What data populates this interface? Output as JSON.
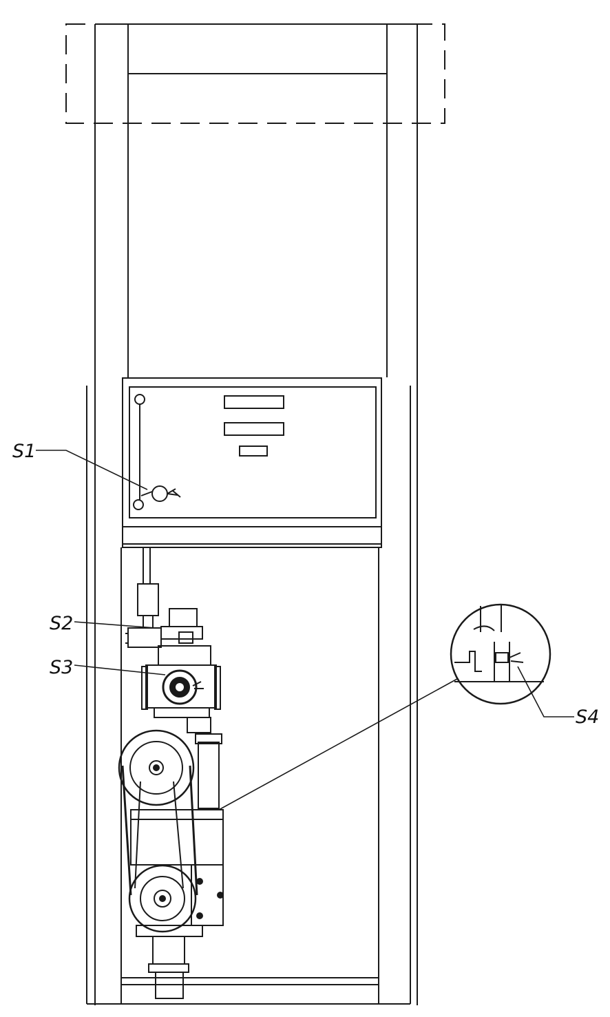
{
  "labels": {
    "s1": "S1",
    "s2": "S2",
    "s3": "S3",
    "s4": "S4"
  },
  "colors": {
    "ink": "#1a1a1a",
    "paper": "#ffffff"
  }
}
